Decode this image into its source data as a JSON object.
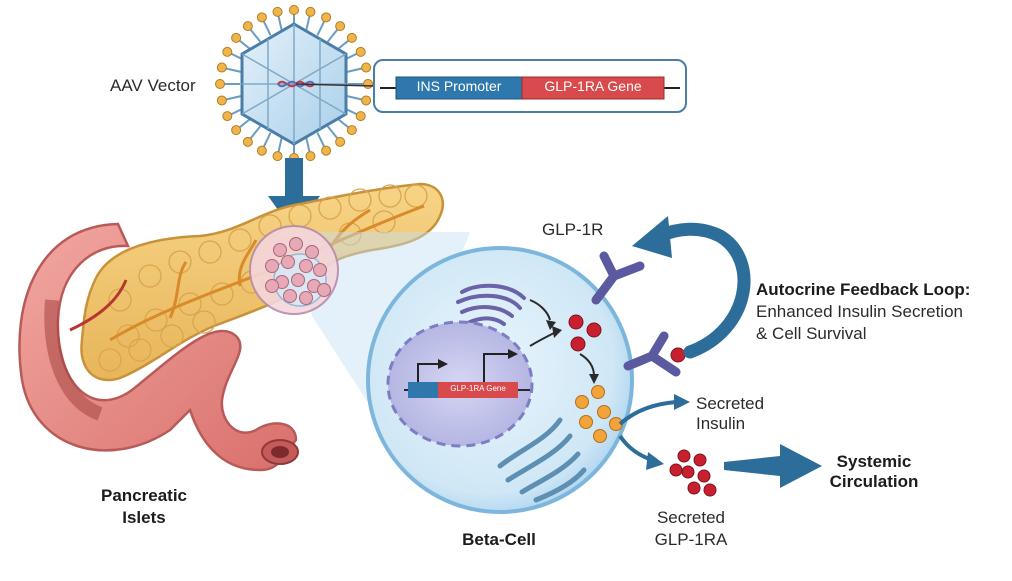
{
  "labels": {
    "aav_vector": "AAV Vector",
    "ins_promoter": "INS Promoter",
    "glp1ra_gene": "GLP-1RA Gene",
    "nucleus_gene": "GLP-1RA Gene",
    "glp1r": "GLP-1R",
    "loop_title": "Autocrine Feedback Loop:",
    "loop_line1": "Enhanced Insulin Secretion",
    "loop_line2": "& Cell Survival",
    "secreted_insulin_1": "Secreted",
    "secreted_insulin_2": "Insulin",
    "systemic_1": "Systemic",
    "systemic_2": "Circulation",
    "pancreatic_1": "Pancreatic",
    "pancreatic_2": "Islets",
    "beta_cell": "Beta-Cell",
    "secreted_glp_1": "Secreted",
    "secreted_glp_2": "GLP-1RA"
  },
  "colors": {
    "promoter_blue": "#2f78ad",
    "gene_red": "#d94a4c",
    "pancreas": "#f2c26b",
    "duodenum": "#e58a86",
    "cell_fill": "#cfe7f6",
    "nucleus": "#b9b9e6",
    "receptor": "#5b5aa0",
    "arrow_blue": "#2d6d99",
    "insulin_orange": "#f2a43a",
    "glp_red": "#c9202f"
  }
}
